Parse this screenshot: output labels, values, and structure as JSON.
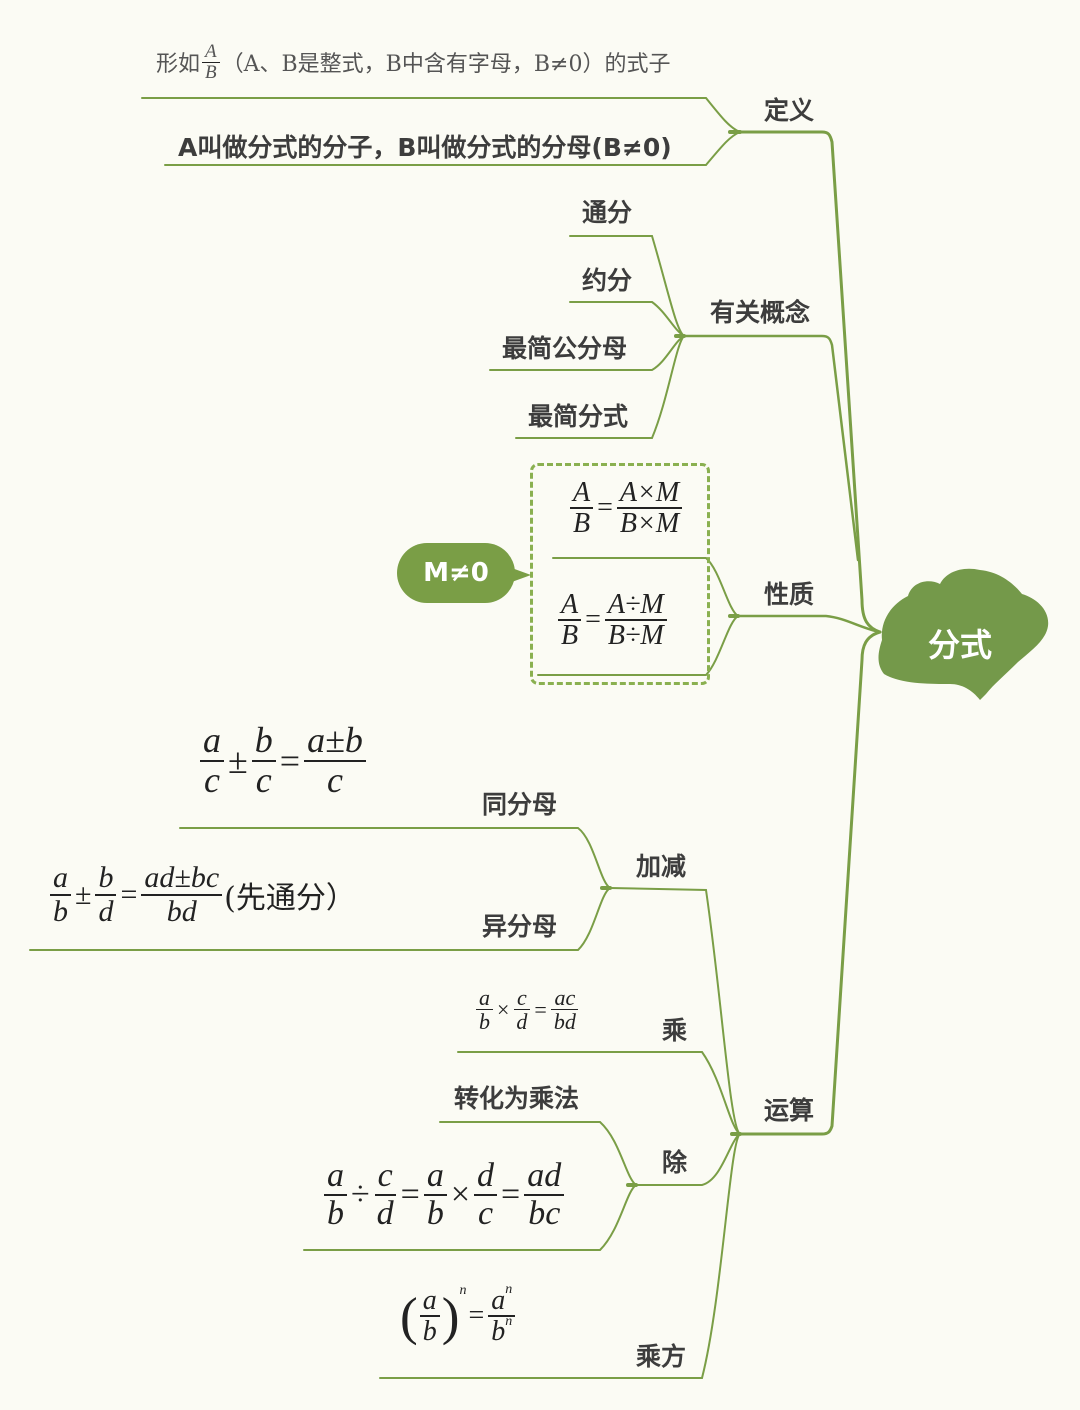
{
  "colors": {
    "background": "#fbfbf4",
    "branch": "#7a9e46",
    "leaf": "#74994a",
    "text": "#3d3d3d",
    "dashed_border": "#8ab050"
  },
  "root": {
    "label": "分式",
    "icon": "ginkgo-leaf-icon"
  },
  "branches": {
    "definition": {
      "label": "定义",
      "items": {
        "form_prefix": "形如",
        "form_num": "A",
        "form_den": "B",
        "form_suffix": "（A、B是整式，B中含有字母，B≠0）的式子",
        "parts": "A叫做分式的分子，B叫做分式的分母(B≠0)"
      }
    },
    "concepts": {
      "label": "有关概念",
      "items": [
        "通分",
        "约分",
        "最简公分母",
        "最简分式"
      ]
    },
    "property": {
      "label": "性质",
      "note": "M≠0",
      "formula1": {
        "lhs_num": "A",
        "lhs_den": "B",
        "eq": "=",
        "rhs_num": "A×M",
        "rhs_den": "B×M"
      },
      "formula2": {
        "lhs_num": "A",
        "lhs_den": "B",
        "eq": "=",
        "rhs_num": "A÷M",
        "rhs_den": "B÷M"
      }
    },
    "operations": {
      "label": "运算",
      "add_sub": {
        "label": "加减",
        "same_den": {
          "label": "同分母",
          "formula": {
            "f1_num": "a",
            "f1_den": "c",
            "op": "±",
            "f2_num": "b",
            "f2_den": "c",
            "eq": "=",
            "r_num": "a±b",
            "r_den": "c"
          }
        },
        "diff_den": {
          "label": "异分母",
          "formula": {
            "f1_num": "a",
            "f1_den": "b",
            "op": "±",
            "f2_num": "b",
            "f2_den": "d",
            "eq": "=",
            "r_num": "ad±bc",
            "r_den": "bd",
            "note": "(先通分）"
          }
        }
      },
      "multiply": {
        "label": "乘",
        "formula": {
          "f1_num": "a",
          "f1_den": "b",
          "op": "×",
          "f2_num": "c",
          "f2_den": "d",
          "eq": "=",
          "r_num": "ac",
          "r_den": "bd"
        }
      },
      "divide": {
        "label": "除",
        "note": "转化为乘法",
        "formula": {
          "f1_num": "a",
          "f1_den": "b",
          "op1": "÷",
          "f2_num": "c",
          "f2_den": "d",
          "eq1": "=",
          "f3_num": "a",
          "f3_den": "b",
          "op2": "×",
          "f4_num": "d",
          "f4_den": "c",
          "eq2": "=",
          "r_num": "ad",
          "r_den": "bc"
        }
      },
      "power": {
        "label": "乘方",
        "formula": {
          "lparen": "(",
          "num": "a",
          "den": "b",
          "rparen": ")",
          "exp": "n",
          "eq": "=",
          "r_num_base": "a",
          "r_den_base": "b",
          "r_exp": "n"
        }
      }
    }
  }
}
